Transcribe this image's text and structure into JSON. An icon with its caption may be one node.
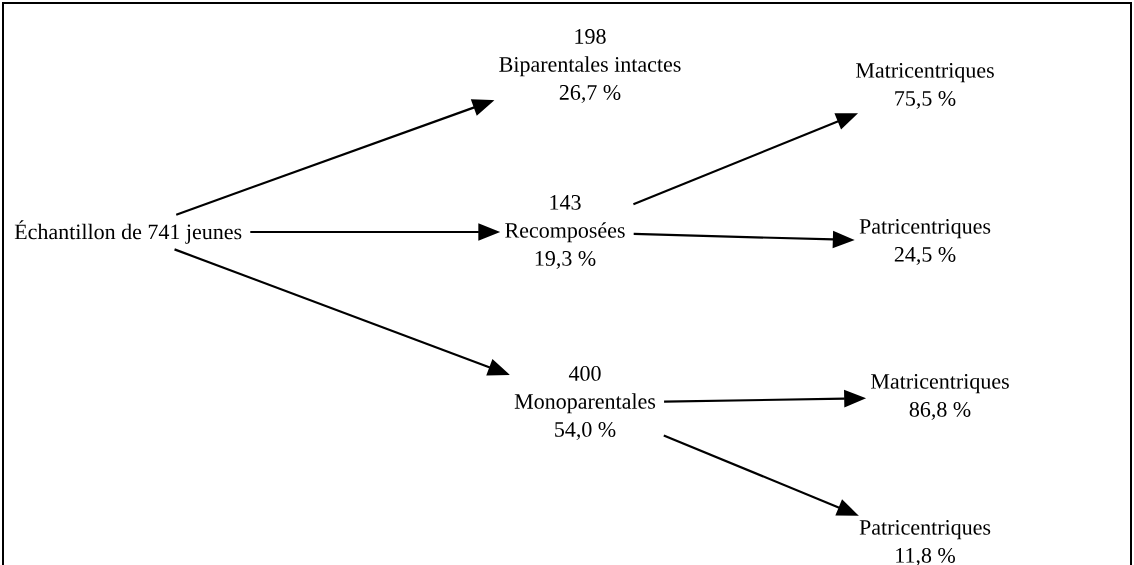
{
  "diagram": {
    "nodes": [
      {
        "text": [
          "Échantillon de 741 jeunes"
        ]
      },
      {
        "text": [
          "198",
          "Biparentales intactes",
          "26,7 %"
        ]
      },
      {
        "text": [
          "143",
          "Recomposées",
          "19,3 %"
        ]
      },
      {
        "text": [
          "400",
          "Monoparentales",
          "54,0 %"
        ]
      },
      {
        "text": [
          "Matricentriques",
          "75,5 %"
        ]
      },
      {
        "text": [
          "Patricentriques",
          "24,5 %"
        ]
      },
      {
        "text": [
          "Matricentriques",
          "86,8 %"
        ]
      },
      {
        "text": [
          "Patricentriques",
          "11,8 %"
        ]
      }
    ],
    "edges": [
      {
        "from": 0,
        "to": 1,
        "arrow": "to"
      },
      {
        "from": 0,
        "to": 2,
        "arrow": "to"
      },
      {
        "from": 0,
        "to": 3,
        "arrow": "to"
      },
      {
        "from": 2,
        "to": 4,
        "arrow": "to"
      },
      {
        "from": 2,
        "to": 5,
        "arrow": "to"
      },
      {
        "from": 3,
        "to": 6,
        "arrow": "to"
      },
      {
        "from": 3,
        "to": 7,
        "arrow": "to"
      }
    ]
  }
}
